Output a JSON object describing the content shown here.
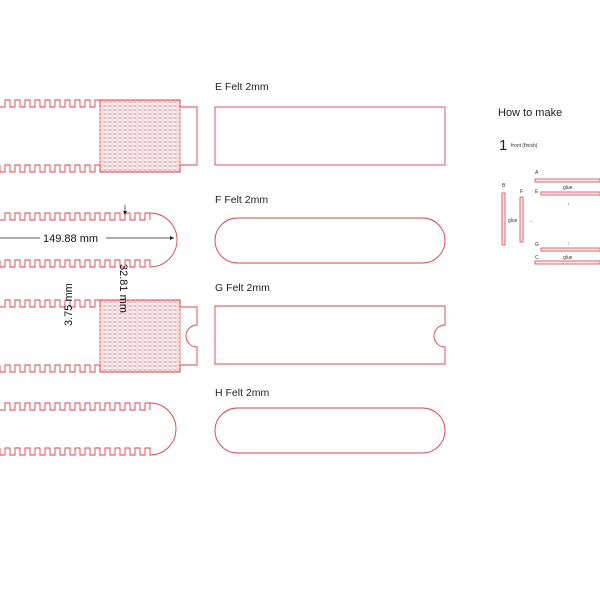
{
  "labels": {
    "e": "E Felt 2mm",
    "f": "F Felt 2mm",
    "g": "G Felt 2mm",
    "h": "H Felt 2mm"
  },
  "dimensions": {
    "length": "149.88 mm",
    "height": "32.81 mm",
    "tooth": "3.75 mm"
  },
  "instructions": {
    "title": "How to make",
    "step_number": "1",
    "step_label": "front (finish)",
    "parts": {
      "a": "A",
      "b": "B",
      "c": "C",
      "e": "E",
      "f": "F",
      "g": "G"
    },
    "glue": "glue",
    "arrow_right": "→",
    "arrow_down": "↓",
    "arrow_up": "↑"
  },
  "colors": {
    "cut": "#d9434a",
    "hatch": "#e58a90"
  }
}
